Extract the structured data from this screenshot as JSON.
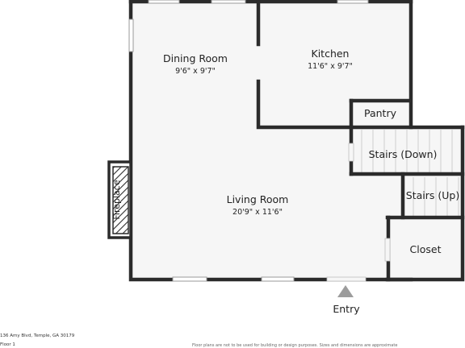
{
  "rooms": {
    "dining": {
      "name": "Dining Room",
      "dims": "9'6\" x 9'7\""
    },
    "kitchen": {
      "name": "Kitchen",
      "dims": "11'6\" x 9'7\""
    },
    "pantry": {
      "name": "Pantry"
    },
    "stairs_down": {
      "name": "Stairs (Down)"
    },
    "stairs_up": {
      "name": "Stairs (Up)"
    },
    "living": {
      "name": "Living Room",
      "dims": "20'9\" x 11'6\""
    },
    "closet": {
      "name": "Closet"
    },
    "fireplace": {
      "name": "Fireplace"
    }
  },
  "entry_label": "Entry",
  "footer": {
    "address": "136 Amy Blvd, Temple, GA 30179",
    "floor": "Floor 1",
    "disclaimer": "Floor plans are not to be used for building or design purposes. Sizes and dimensions are approximate"
  },
  "colors": {
    "wall": "#2b2b2b",
    "floor": "#f6f6f6",
    "hatch": "#2b2b2b"
  }
}
